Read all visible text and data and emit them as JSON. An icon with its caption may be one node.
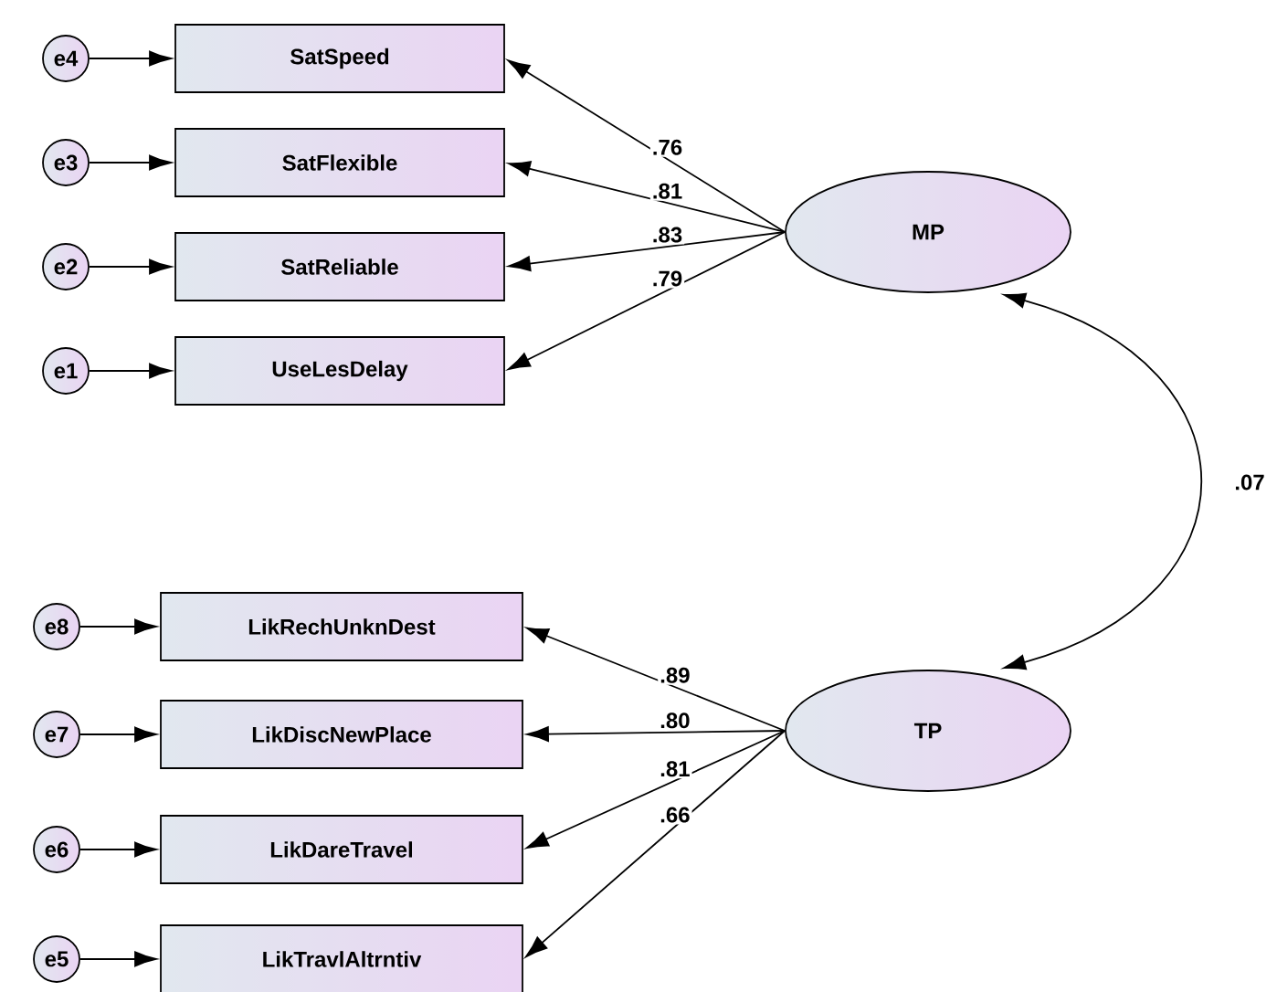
{
  "diagram": {
    "nodes": [
      {
        "text": [
          "e4"
        ]
      },
      {
        "text": [
          "SatSpeed"
        ]
      },
      {
        "text": [
          "e3"
        ]
      },
      {
        "text": [
          "SatFlexible"
        ]
      },
      {
        "text": [
          "e2"
        ]
      },
      {
        "text": [
          "SatReliable"
        ]
      },
      {
        "text": [
          "e1"
        ]
      },
      {
        "text": [
          "UseLesDelay"
        ]
      },
      {
        "text": [
          "MP"
        ]
      },
      {
        "text": [
          "e8"
        ]
      },
      {
        "text": [
          "LikRechUnknDest"
        ]
      },
      {
        "text": [
          "e7"
        ]
      },
      {
        "text": [
          "LikDiscNewPlace"
        ]
      },
      {
        "text": [
          "e6"
        ]
      },
      {
        "text": [
          "LikDareTravel"
        ]
      },
      {
        "text": [
          "e5"
        ]
      },
      {
        "text": [
          "LikTravlAltrntiv"
        ]
      },
      {
        "text": [
          "TP"
        ]
      }
    ],
    "edges": [
      {
        "from": 0,
        "to": 1,
        "arrow": "to"
      },
      {
        "from": 2,
        "to": 3,
        "arrow": "to"
      },
      {
        "from": 4,
        "to": 5,
        "arrow": "to"
      },
      {
        "from": 6,
        "to": 7,
        "arrow": "to"
      },
      {
        "from": 8,
        "to": 1,
        "arrow": "to",
        "label": ".76"
      },
      {
        "from": 8,
        "to": 3,
        "arrow": "to",
        "label": ".81"
      },
      {
        "from": 8,
        "to": 5,
        "arrow": "to",
        "label": ".83"
      },
      {
        "from": 8,
        "to": 7,
        "arrow": "to",
        "label": ".79"
      },
      {
        "from": 9,
        "to": 10,
        "arrow": "to"
      },
      {
        "from": 11,
        "to": 12,
        "arrow": "to"
      },
      {
        "from": 13,
        "to": 14,
        "arrow": "to"
      },
      {
        "from": 15,
        "to": 16,
        "arrow": "to"
      },
      {
        "from": 17,
        "to": 10,
        "arrow": "to",
        "label": ".89"
      },
      {
        "from": 17,
        "to": 12,
        "arrow": "to",
        "label": ".80"
      },
      {
        "from": 17,
        "to": 14,
        "arrow": "to",
        "label": ".81"
      },
      {
        "from": 17,
        "to": 16,
        "arrow": "to",
        "label": ".66"
      },
      {
        "from": 8,
        "to": 17,
        "arrow": "both",
        "label": ".07"
      }
    ]
  }
}
